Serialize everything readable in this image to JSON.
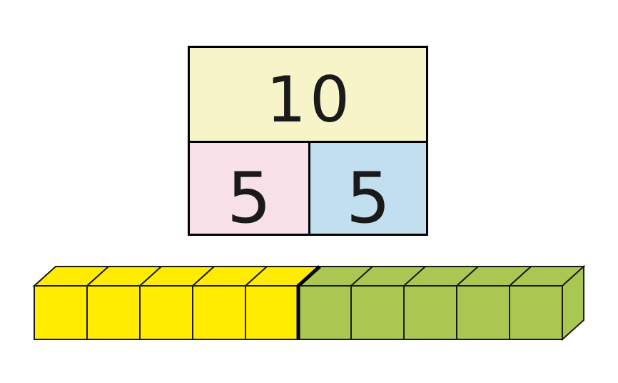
{
  "canvas": {
    "background_color": "#FFFFFF"
  },
  "number_bond": {
    "whole": {
      "value": "10",
      "bg_color": "#F7F4C9"
    },
    "part_left": {
      "value": "5",
      "bg_color": "#F8E0E9"
    },
    "part_right": {
      "value": "5",
      "bg_color": "#C2DFF0"
    },
    "border_color": "#000000",
    "text_color": "#1A1A1A"
  },
  "cube_bar": {
    "groups": [
      {
        "name": "yellow-cube",
        "count": 5,
        "color": "#FFEC00"
      },
      {
        "name": "green-cube",
        "count": 5,
        "color": "#AAC851"
      }
    ],
    "total_cubes": 10,
    "outline_color": "#1A1A1A",
    "divider_color": "#000000"
  }
}
